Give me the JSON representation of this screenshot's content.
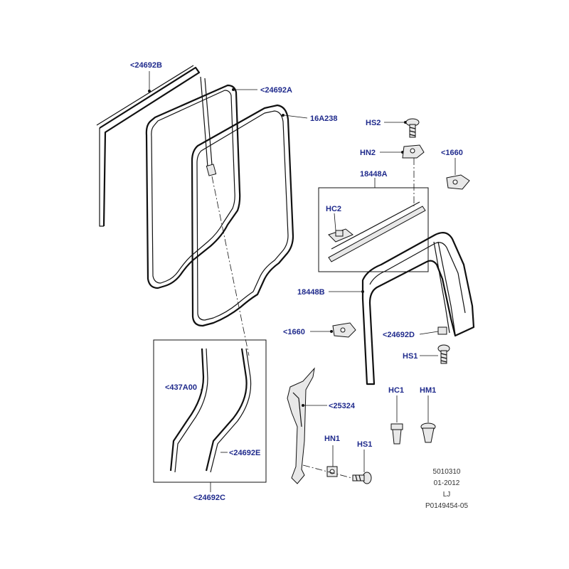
{
  "labels": {
    "l_24692B": "<24692B",
    "l_24692A": "<24692A",
    "l_16A238": "16A238",
    "l_HS2": "HS2",
    "l_HN2": "HN2",
    "l_1660_top": "<1660",
    "l_18448A": "18448A",
    "l_HC2": "HC2",
    "l_18448B": "18448B",
    "l_1660_mid": "<1660",
    "l_24692D": "<24692D",
    "l_HS1_right": "HS1",
    "l_437A00": "<437A00",
    "l_24692E": "<24692E",
    "l_24692C": "<24692C",
    "l_25324": "<25324",
    "l_HC1": "HC1",
    "l_HM1": "HM1",
    "l_HN1": "HN1",
    "l_HS1_bottom": "HS1"
  },
  "footer": {
    "line1": "5010310",
    "line2": "01-2012",
    "line3": "LJ",
    "line4": "P0149454-05"
  }
}
